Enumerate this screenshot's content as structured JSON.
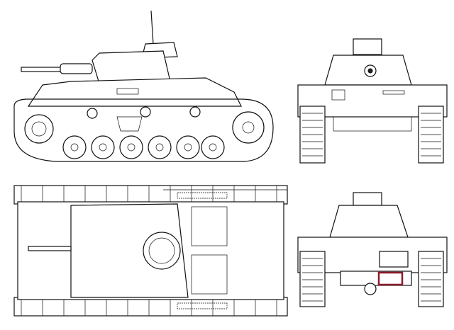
{
  "drawing": {
    "views": [
      "side-view",
      "front-view",
      "top-view",
      "rear-view"
    ],
    "highlight": {
      "color": "#8b1a2b",
      "target": "rear-plate-panel"
    },
    "line_color": "#111111",
    "background": "#ffffff"
  }
}
